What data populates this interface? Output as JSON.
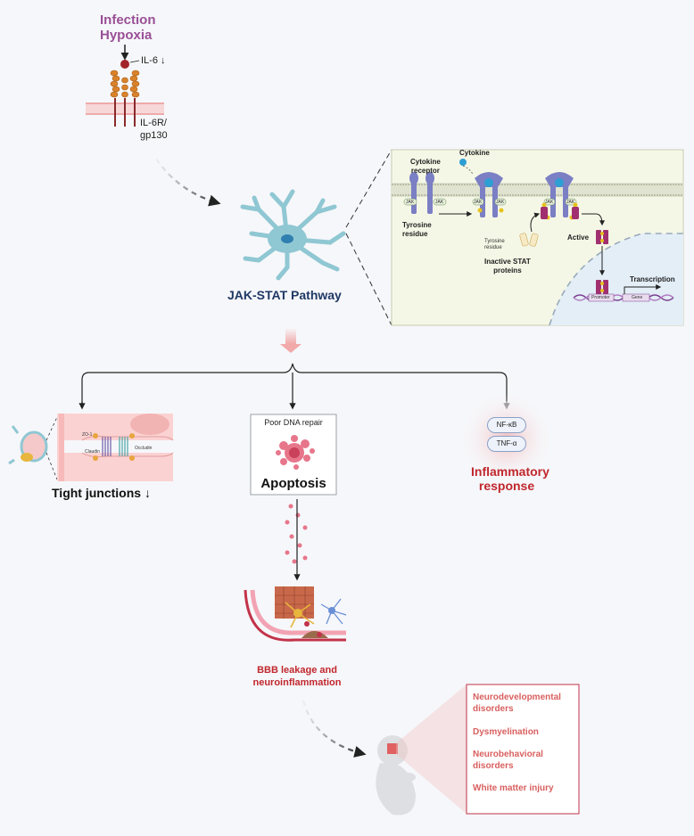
{
  "triggers": {
    "line1": "Infection",
    "line2": "Hypoxia"
  },
  "il6": {
    "label": "IL-6",
    "arrow": "↓"
  },
  "receptor": {
    "line1": "IL-6R/",
    "line2": "gp130"
  },
  "pathway": {
    "title": "JAK-STAT Pathway"
  },
  "detail": {
    "cytokine_receptor_1": "Cytokine",
    "cytokine_receptor_2": "receptor",
    "cytokine": "Cytokine",
    "tyrosine_residue_1": "Tyrosine",
    "tyrosine_residue_2": "residue",
    "jak": "JAK",
    "tyrosine_residue_small_1": "Tyrosine",
    "tyrosine_residue_small_2": "residue",
    "inactive_stat_1": "Inactive STAT",
    "inactive_stat_2": "proteins",
    "active": "Active",
    "transcription": "Transcription",
    "promoter": "Promoter",
    "gene": "Gene"
  },
  "tight": {
    "title": "Tight junctions",
    "arrow": "↓",
    "zo1": "ZO-1",
    "claudin": "Claudin",
    "occludin": "Occludin"
  },
  "apoptosis": {
    "caption": "Poor DNA repair",
    "title": "Apoptosis"
  },
  "inflammatory": {
    "marker1": "NF-κB",
    "marker2": "TNF-α",
    "title_1": "Inflammatory",
    "title_2": "response"
  },
  "bbb": {
    "line1": "BBB leakage and",
    "line2": "neuroinflammation"
  },
  "outcomes": {
    "item1_1": "Neurodevelopmental",
    "item1_2": "disorders",
    "item2": "Dysmyelination",
    "item3_1": "Neurobehavioral",
    "item3_2": "disorders",
    "item4": "White matter injury"
  },
  "colors": {
    "purple": "#9a4f96",
    "navy": "#1f3864",
    "red": "#c0272d",
    "outcome": "#d95f5f"
  }
}
